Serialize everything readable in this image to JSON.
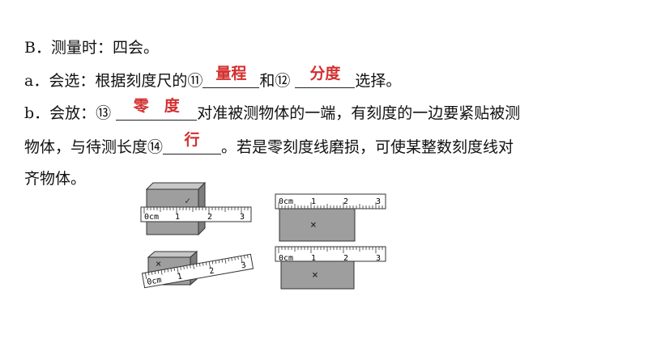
{
  "lines": {
    "b_head": "B．测量时：四会。",
    "a_text1": "a．会选：根据刻度尺的⑪",
    "a_ans1": "量程",
    "a_text2": "和⑫",
    "a_ans2": "分度",
    "a_text3": "选择。",
    "b_text1": "b．会放：⑬",
    "b_ans1": "零　度",
    "b_text2": "对准被测物体的一端，有刻度的一边要紧贴被测",
    "c_text1": "物体，与待测长度⑭",
    "c_ans1": "行",
    "c_text2": "。若是零刻度线磨损，可使某整数刻度线对",
    "d_text1": "齐物体。"
  },
  "figures": {
    "ruler_labels": [
      "0cm",
      "1",
      "2",
      "3"
    ],
    "marks": {
      "correct": "✓",
      "wrong": "×"
    }
  }
}
